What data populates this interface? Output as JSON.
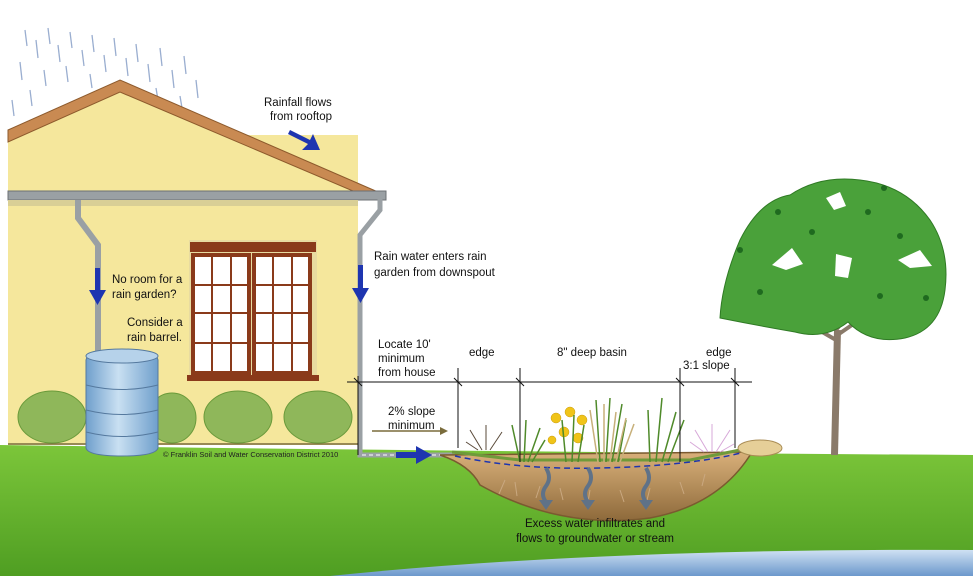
{
  "labels": {
    "rainfall_line1": "Rainfall flows",
    "rainfall_line2": "from rooftop",
    "downspout_line1": "Rain water enters rain",
    "downspout_line2": "garden from downspout",
    "noroom_line1": "No room for a",
    "noroom_line2": "rain garden?",
    "barrel_line1": "Consider a",
    "barrel_line2": "rain barrel.",
    "locate_line1": "Locate 10'",
    "locate_line2": "minimum",
    "locate_line3": "from house",
    "edge_left": "edge",
    "basin": "8\" deep basin",
    "edge_right": "edge",
    "slope_right": "3:1 slope",
    "slope2_line1": "2% slope",
    "slope2_line2": "minimum",
    "infiltrate_line1": "Excess water infiltrates and",
    "infiltrate_line2": "flows to groundwater or stream",
    "copyright": "© Franklin Soil and Water Conservation District 2010"
  },
  "colors": {
    "house_wall": "#f5e79c",
    "roof": "#c98a52",
    "window_frame": "#8a3a1a",
    "lawn": "#6cbc2e",
    "tree_canopy": "#4aa13a",
    "soil": "#b98c54",
    "arrow": "#1e35b0",
    "water": "#7aa6d6",
    "barrel": "#8ab6dc"
  }
}
